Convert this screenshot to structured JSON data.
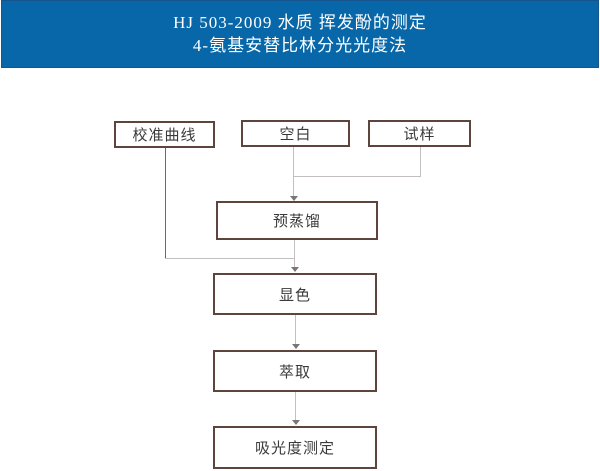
{
  "header": {
    "title_line1": "HJ 503-2009 水质 挥发酚的测定",
    "title_line2": "4-氨基安替比林分光光度法",
    "bg_color": "#0767a8",
    "text_color": "#ffffff"
  },
  "flowchart": {
    "nodes": [
      {
        "id": "calibration-curve",
        "label": "校准曲线"
      },
      {
        "id": "blank",
        "label": "空白"
      },
      {
        "id": "sample",
        "label": "试样"
      },
      {
        "id": "pre-distillation",
        "label": "预蒸馏"
      },
      {
        "id": "color-development",
        "label": "显色"
      },
      {
        "id": "extraction",
        "label": "萃取"
      },
      {
        "id": "absorbance-measurement",
        "label": "吸光度测定"
      }
    ],
    "edges": [
      {
        "from": "blank",
        "to": "pre-distillation",
        "arrow": true
      },
      {
        "from": "sample",
        "to": "pre-distillation",
        "arrow": true
      },
      {
        "from": "calibration-curve",
        "to": "color-development",
        "arrow": true
      },
      {
        "from": "pre-distillation",
        "to": "color-development",
        "arrow": true
      },
      {
        "from": "color-development",
        "to": "extraction",
        "arrow": true
      },
      {
        "from": "extraction",
        "to": "absorbance-measurement",
        "arrow": true
      }
    ],
    "box_border_color": "#5d453e",
    "box_text_color": "#3a3a3a",
    "line_color_dark": "#6e6868",
    "line_color_light": "#c3bfbf",
    "arrow_color": "#7d7575"
  }
}
